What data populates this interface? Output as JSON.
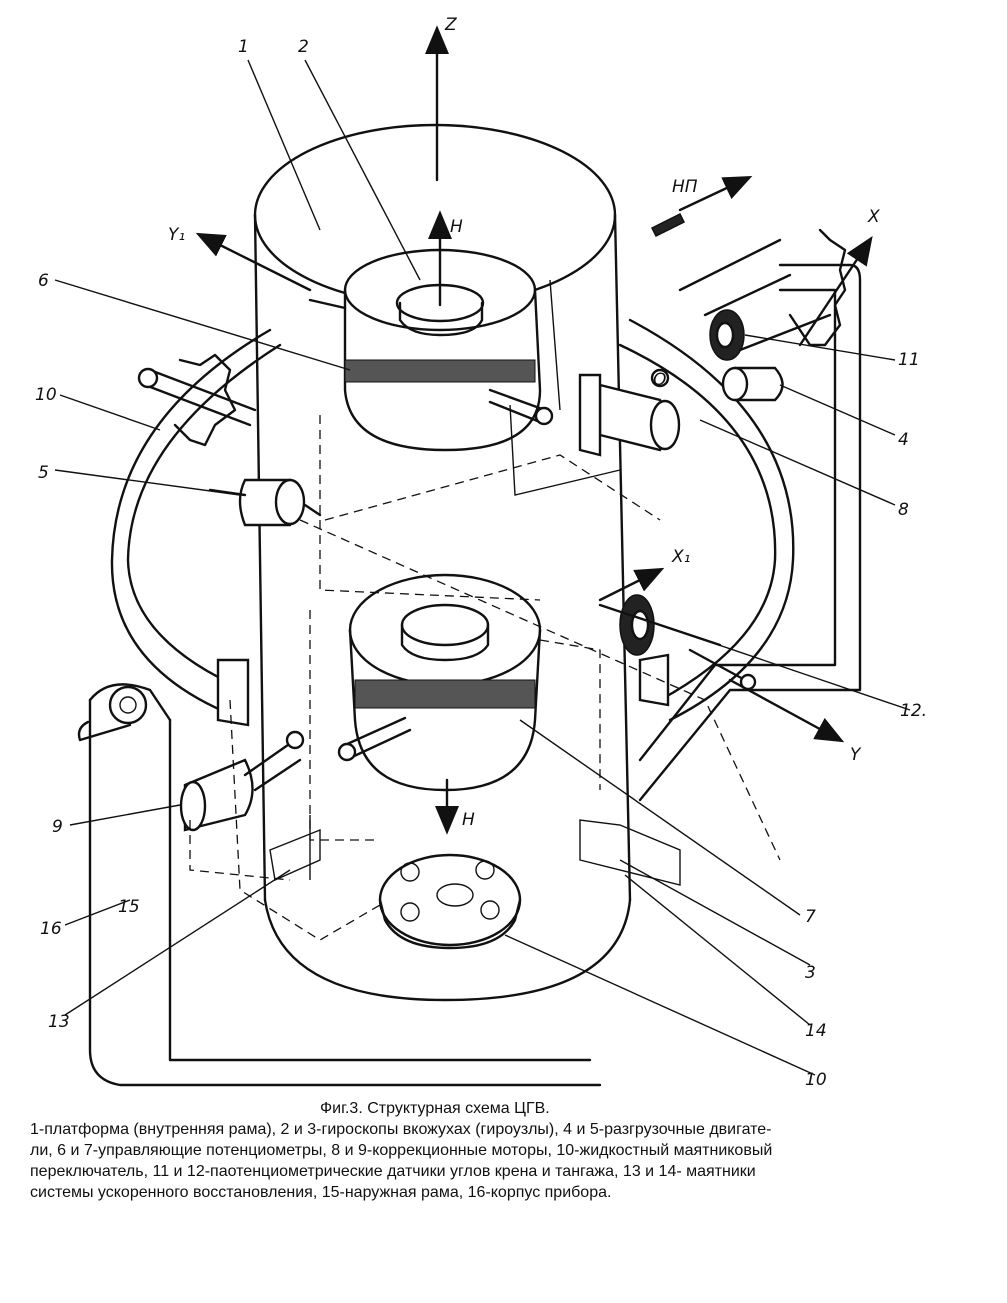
{
  "labels": {
    "l1": "1",
    "l2": "2",
    "l3": "3",
    "l4": "4",
    "l5": "5",
    "l6": "6",
    "l7": "7",
    "l8": "8",
    "l9": "9",
    "l10": "10",
    "l11": "11",
    "l12": "12.",
    "l13": "13",
    "l14": "14",
    "l15": "15",
    "l16": "16",
    "axis_z": "Z",
    "axis_x": "X",
    "axis_y": "Y",
    "axis_y1": "Y₁",
    "axis_x1": "X₁",
    "h_top": "H",
    "h_bottom": "H",
    "np": "НП",
    "o": "O"
  },
  "caption": {
    "title": "Фиг.3. Структурная схема ЦГВ.",
    "lines": [
      "1-платформа (внутренняя рама), 2 и 3-гироскопы вкожухах (гироузлы), 4 и 5-разгрузочные двигате-",
      "ли, 6 и 7-управляющие потенциометры, 8 и 9-коррекционные моторы, 10-жидкостный маятниковый",
      "переключатель, 11 и 12-паотенциометрические датчики углов крена и тангажа, 13 и 14- маятники",
      "системы ускоренного восстановления, 15-наружная рама, 16-корпус прибора."
    ]
  }
}
